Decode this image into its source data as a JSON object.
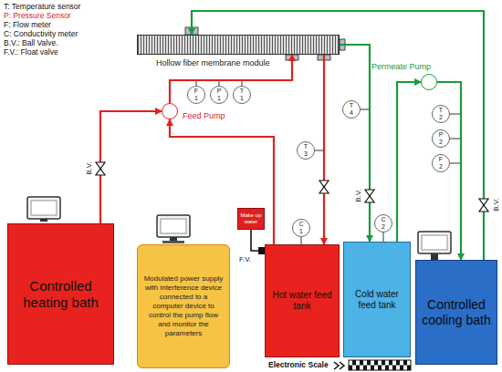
{
  "diagram": {
    "nodes": [
      {
        "text": [
          "Hollow fiber membrane module"
        ]
      },
      {
        "text": [
          "Feed Pump"
        ]
      },
      {
        "text": [
          "Permeate Pump"
        ]
      },
      {
        "text": [
          "F",
          "1"
        ]
      },
      {
        "text": [
          "P",
          "1"
        ]
      },
      {
        "text": [
          "T",
          "1"
        ]
      },
      {
        "text": [
          "T",
          "3"
        ]
      },
      {
        "text": [
          "T",
          "4"
        ]
      },
      {
        "text": [
          "T",
          "2"
        ]
      },
      {
        "text": [
          "P",
          "2"
        ]
      },
      {
        "text": [
          "F",
          "2"
        ]
      },
      {
        "text": [
          "Controlled heating bath"
        ]
      },
      {
        "text": [
          "Modulated power supply with interference device connected to a computer device to control the pump flow and monitor the parameters"
        ]
      },
      {
        "text": [
          "Make up water"
        ]
      },
      {
        "text": [
          "C",
          "1"
        ]
      },
      {
        "text": [
          "C",
          "2"
        ]
      },
      {
        "text": [
          "Hot water feed tank"
        ]
      },
      {
        "text": [
          "Cold water feed tank"
        ]
      },
      {
        "text": [
          "Controlled cooling bath"
        ]
      }
    ],
    "edges": [
      {
        "from": 16,
        "to": 1,
        "arrow": "to"
      },
      {
        "from": 1,
        "to": 0,
        "arrow": "to"
      },
      {
        "from": 0,
        "to": 16,
        "arrow": "to"
      },
      {
        "from": 11,
        "to": 1,
        "arrow": "to"
      },
      {
        "from": 0,
        "to": 17,
        "arrow": "to"
      },
      {
        "from": 17,
        "to": 2,
        "arrow": "to"
      },
      {
        "from": 2,
        "to": 18,
        "arrow": "to"
      },
      {
        "from": 18,
        "to": 0,
        "arrow": "to"
      },
      {
        "from": 13,
        "to": 16,
        "arrow": "none"
      }
    ],
    "labels": [
      "T: Temperature sensor",
      "P: Pressure Sensor",
      "F: Flow meter",
      "C: Conductivity meter",
      "B.V.: Ball Valve.",
      "F.V.: Float valve",
      "B.V.",
      "B.V.",
      "B.V.",
      "F.V.",
      "Electronic Scale"
    ]
  }
}
